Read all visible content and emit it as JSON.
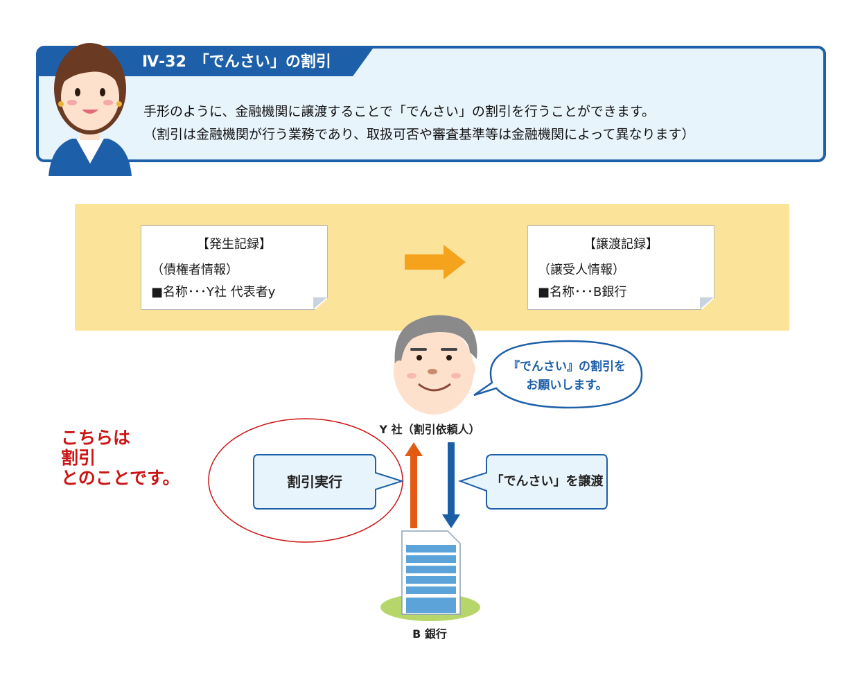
{
  "header": {
    "title": "Ⅳ-32　「でんさい」の割引",
    "line1": "手形のように、金融機関に譲渡することで「でんさい」の割引を行うことができます。",
    "line2": "（割引は金融機関が行う業務であり、取扱可否や審査基準等は金融機関によって異なります）"
  },
  "records": {
    "left": {
      "title": "【発生記録】",
      "line1": "（債権者情報）",
      "line2": "■名称･･･Y社 代表者y"
    },
    "right": {
      "title": "【譲渡記録】",
      "line1": "（譲受人情報）",
      "line2": "■名称･･･B銀行"
    }
  },
  "flow": {
    "speech_line1": "『でんさい』の割引を",
    "speech_line2": "お願いします。",
    "company_label": "Y 社（割引依頼人）",
    "bank_label": "B 銀行",
    "discount_exec": "割引実行",
    "transfer": "「でんさい」を譲渡"
  },
  "note": {
    "line1": "こちらは",
    "line2": "割引",
    "line3": "とのことです。"
  },
  "colors": {
    "brand_blue": "#1d5fa8",
    "panel_bg": "#e8f4fb",
    "band_yellow": "#fbe499",
    "arrow_orange": "#f5a21c",
    "up_arrow": "#e35b12",
    "down_arrow": "#1a5ea6",
    "note_red": "#cc1414"
  },
  "icons": {
    "woman": "woman-avatar-icon",
    "man": "man-avatar-icon",
    "bank": "bank-building-icon",
    "arrow": "right-arrow-icon"
  }
}
